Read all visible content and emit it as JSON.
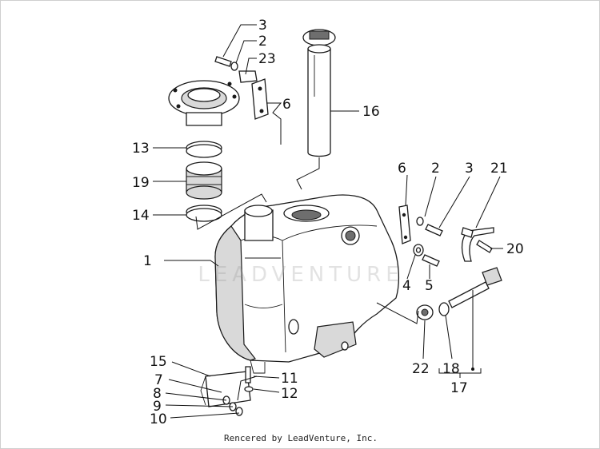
{
  "diagram": {
    "labels": {
      "n1": "1",
      "n2a": "2",
      "n2b": "2",
      "n3a": "3",
      "n3b": "3",
      "n4": "4",
      "n5": "5",
      "n6a": "6",
      "n6b": "6",
      "n7": "7",
      "n8": "8",
      "n9": "9",
      "n10": "10",
      "n11": "11",
      "n12": "12",
      "n13": "13",
      "n14": "14",
      "n15": "15",
      "n16": "16",
      "n17": "17",
      "n18": "18",
      "n19": "19",
      "n20": "20",
      "n21": "21",
      "n22": "22",
      "n23": "23"
    }
  },
  "watermark": "LEADVENTURE",
  "footer": "Rencered by LeadVenture, Inc."
}
